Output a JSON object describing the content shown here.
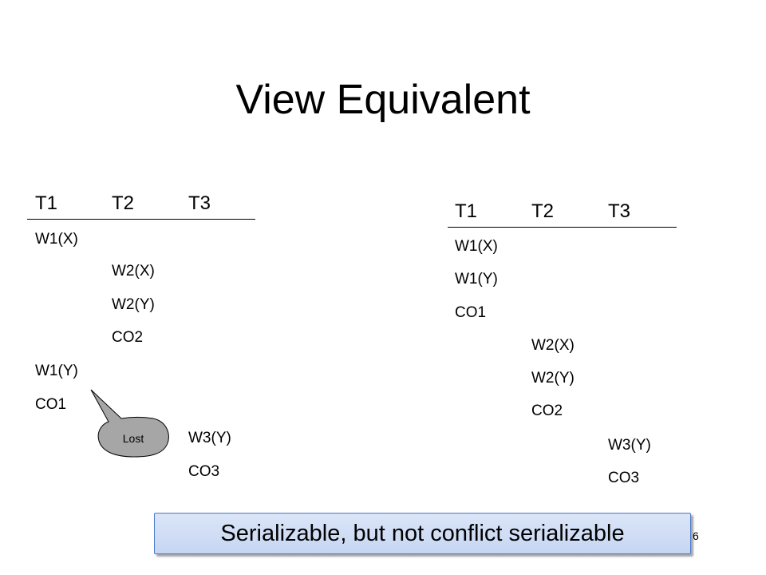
{
  "slide": {
    "title": "View Equivalent",
    "callout": "Lost",
    "banner": "Serializable, but not conflict serializable",
    "page_number": "6"
  },
  "left_schedule": {
    "headers": [
      "T1",
      "T2",
      "T3"
    ],
    "ops": [
      "W1(X)",
      "W2(X)",
      "W2(Y)",
      "CO2",
      "W1(Y)",
      "CO1",
      "W3(Y)",
      "CO3"
    ]
  },
  "right_schedule": {
    "headers": [
      "T1",
      "T2",
      "T3"
    ],
    "ops": [
      "W1(X)",
      "W1(Y)",
      "CO1",
      "W2(X)",
      "W2(Y)",
      "CO2",
      "W3(Y)",
      "CO3"
    ]
  },
  "colors": {
    "banner_fill": "#c6d6f2",
    "banner_border": "#4c79c9",
    "callout_fill": "#a6a6a6"
  }
}
